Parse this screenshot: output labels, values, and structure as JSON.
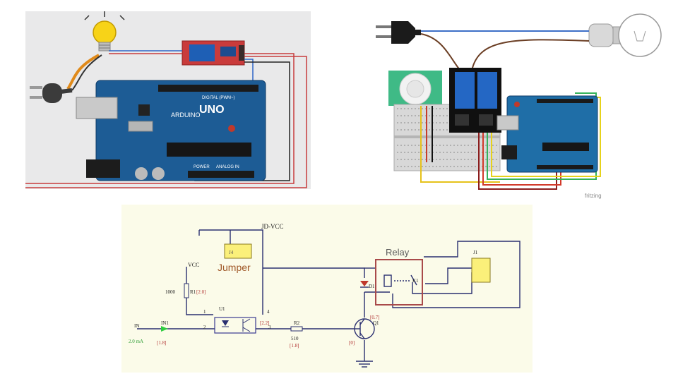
{
  "top_left": {
    "board": {
      "name": "UNO",
      "brand": "ARDUINO",
      "digital_label": "DIGITAL (PWM~)",
      "analog_label": "ANALOG IN",
      "power_label": "POWER"
    }
  },
  "top_right": {
    "credit": "fritzing"
  },
  "schematic": {
    "jd_vcc": "JD-VCC",
    "jumper": "Jumper",
    "jumper_part": "J4",
    "vcc": "VCC",
    "relay": "Relay",
    "r1_value": "1000",
    "r1_name": "R1",
    "r1_code": "[2.0]",
    "r2_name": "R2",
    "r2_value": "510",
    "r2_code": "[1.8]",
    "u1": "U1",
    "u1_code": "[2.2]",
    "pin1": "1",
    "pin2": "2",
    "pin3": "3",
    "pin4": "4",
    "in": "IN",
    "in_led": "IN1",
    "in_current": "2.0 mA",
    "in_led_code": "[1.8]",
    "d1": "D1",
    "k1": "K1",
    "q1": "Q1",
    "q1_code_top": "[0.7]",
    "q1_code_bot": "[0]",
    "j1": "J1"
  }
}
